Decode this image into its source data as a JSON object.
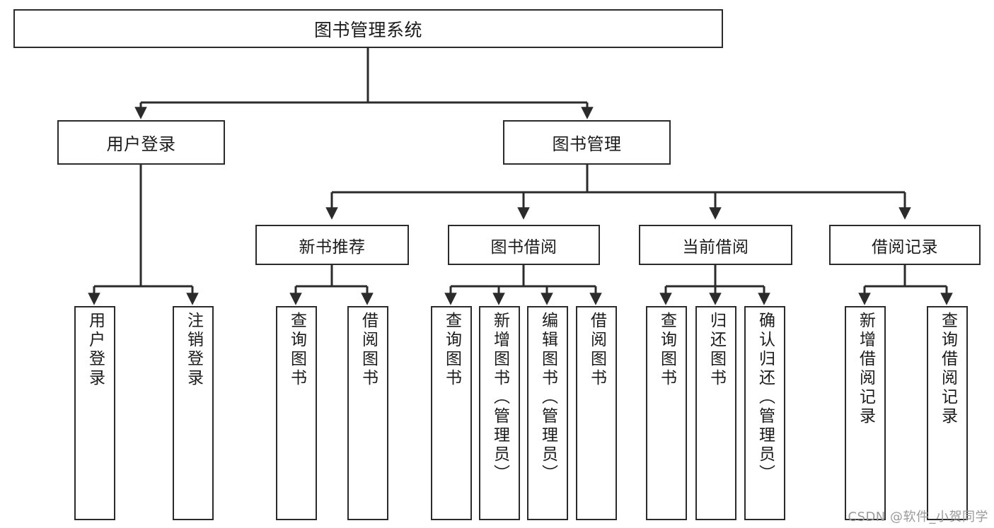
{
  "diagram": {
    "title": "图书管理系统",
    "type": "tree",
    "watermark": "CSDN @软件_小贺同学",
    "colors": {
      "stroke": "#2b2b2b",
      "fill": "#ffffff",
      "text": "#1b1b1b",
      "watermark": "#9a9a9a"
    },
    "root": {
      "label": "图书管理系统"
    },
    "level2": [
      {
        "id": "user-login",
        "label": "用户登录"
      },
      {
        "id": "book-manage",
        "label": "图书管理"
      }
    ],
    "level3": [
      {
        "id": "new-book-recommend",
        "label": "新书推荐",
        "parent": "book-manage"
      },
      {
        "id": "book-borrow",
        "label": "图书借阅",
        "parent": "book-manage"
      },
      {
        "id": "current-borrow",
        "label": "当前借阅",
        "parent": "book-manage"
      },
      {
        "id": "borrow-record",
        "label": "借阅记录",
        "parent": "book-manage"
      }
    ],
    "leaves": {
      "user-login": [
        {
          "id": "leaf-user-login",
          "label": "用户登录"
        },
        {
          "id": "leaf-user-logout",
          "label": "注销登录"
        }
      ],
      "new-book-recommend": [
        {
          "id": "leaf-query-book-1",
          "label": "查询图书"
        },
        {
          "id": "leaf-borrow-book-1",
          "label": "借阅图书"
        }
      ],
      "book-borrow": [
        {
          "id": "leaf-query-book-2",
          "label": "查询图书"
        },
        {
          "id": "leaf-add-book",
          "label": "新增图书（管理员）"
        },
        {
          "id": "leaf-edit-book",
          "label": "编辑图书（管理员）"
        },
        {
          "id": "leaf-borrow-book-2",
          "label": "借阅图书"
        }
      ],
      "current-borrow": [
        {
          "id": "leaf-query-book-3",
          "label": "查询图书"
        },
        {
          "id": "leaf-return-book",
          "label": "归还图书"
        },
        {
          "id": "leaf-confirm-return",
          "label": "确认归还（管理员）"
        }
      ],
      "borrow-record": [
        {
          "id": "leaf-add-record",
          "label": "新增借阅记录"
        },
        {
          "id": "leaf-query-record",
          "label": "查询借阅记录"
        }
      ]
    }
  }
}
